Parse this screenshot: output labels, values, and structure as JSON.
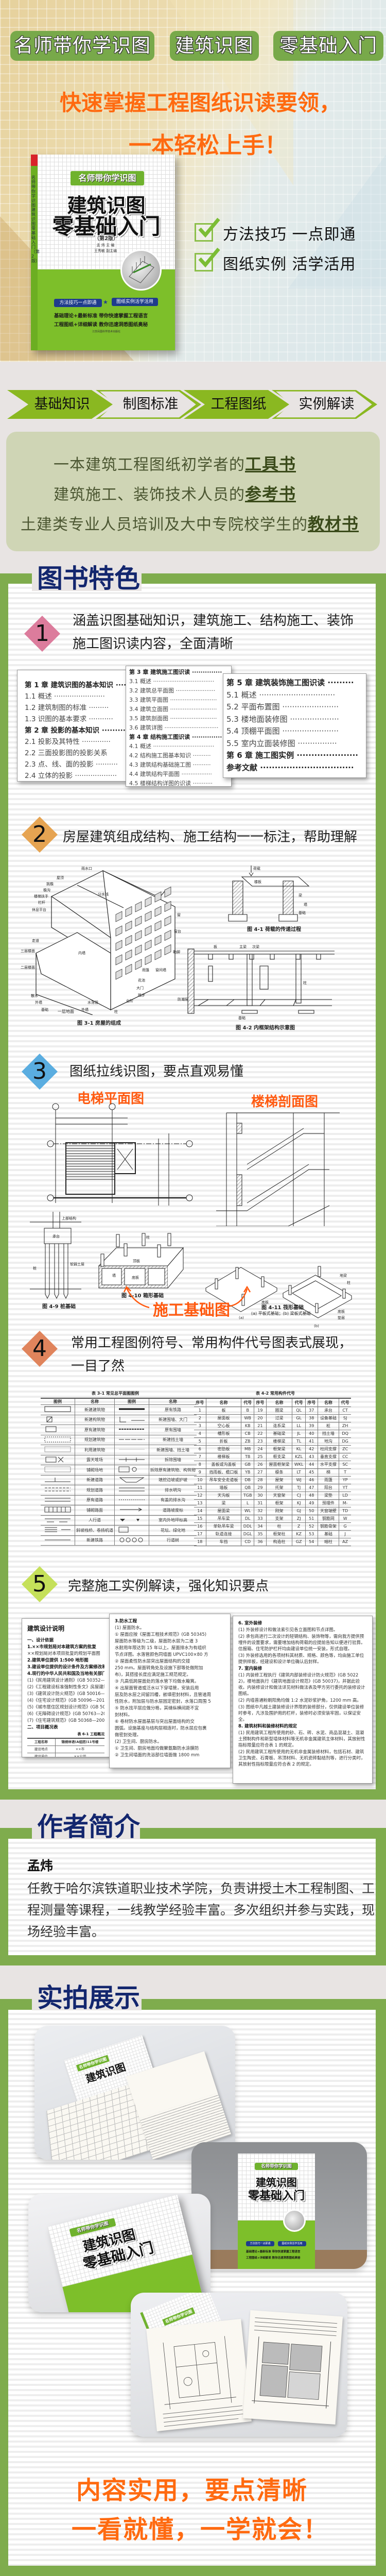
{
  "hero": {
    "tags": [
      "名师带你学识图",
      "建筑识图",
      "零基础入门"
    ],
    "headline": [
      "快速掌握工程图纸识读要领，",
      "一本轻松上手！"
    ],
    "checks": [
      "方法技巧  一点即通",
      "图纸实例  活学活用"
    ],
    "colors": {
      "tag": "#78a94a",
      "headline": "#ff6a10",
      "check": "#8cbf4a"
    }
  },
  "book": {
    "series": "名师带你学识图",
    "title1": "建筑识图",
    "title2": "零基础入门",
    "edition": "（第2版）",
    "authors": [
      "孟  炜    主  编",
      "王秀敏    副主编"
    ],
    "badges": [
      "方法技巧一点即通",
      "图纸实例活学活用"
    ],
    "star": "★",
    "selling": [
      "基础理论+最新标准    带你快速掌握工程语言",
      "工程图纸+详细解读    教你迅速洞悉图纸奥秘"
    ],
    "publisher": "江苏凤凰科学技术出版社",
    "spine": "名师带你学识图  建筑识图零基础入门（第2版）"
  },
  "tabs": [
    "基础知识",
    "制图标准",
    "工程图纸",
    "实例解读"
  ],
  "intro": [
    {
      "text": "一本建筑工程图纸初学者的",
      "em": "工具书"
    },
    {
      "text": "建筑施工、装饰技术人员的",
      "em": "参考书"
    },
    {
      "text": "土建类专业人员培训及大中专院校学生的",
      "em": "教材书"
    }
  ],
  "features": {
    "title": "图书特色",
    "items": [
      {
        "num": "1",
        "lines": [
          "涵盖识图基础知识，建筑施工、结构施工、装饰",
          "施工图识读内容，全面清晰"
        ],
        "color": "#dc7c9c"
      },
      {
        "num": "2",
        "lines": [
          "房屋建筑组成结构、施工结构一一标注，帮助理解"
        ],
        "color": "#e6a452"
      },
      {
        "num": "3",
        "lines": [
          "图纸拉线识图，要点直观易懂"
        ],
        "color": "#5aade0"
      },
      {
        "num": "4",
        "lines": [
          "常用工程图例符号、常用构件代号图表式展现，",
          "一目了然"
        ],
        "color": "#e0845c"
      },
      {
        "num": "5",
        "lines": [
          "完整施工实例解读，强化知识要点"
        ],
        "color": "#c5e05a"
      }
    ],
    "toc": [
      [
        {
          "t": "第 1 章   建筑识图的基本知识 ·····",
          "ch": true
        },
        {
          "t": "1.1   概述 ·······················"
        },
        {
          "t": "1.2   建筑制图的标准 ·········"
        },
        {
          "t": "1.3   识图的基本要求 ···········"
        },
        {
          "t": "第 2 章   投影的基本知识 ·········",
          "ch": true
        },
        {
          "t": "2.1   投影及其特性 ·············"
        },
        {
          "t": "2.2   三面投影图的投影关系"
        },
        {
          "t": "2.3   点、线、面的投影 ··········"
        },
        {
          "t": "2.4   立体的投影 ···················"
        }
      ],
      [
        {
          "t": "第 3 章   建筑施工图识读 ··············",
          "ch": true
        },
        {
          "t": "   3.1   概述 ··································"
        },
        {
          "t": "   3.2   建筑总平面图 ······················"
        },
        {
          "t": "   3.3   建筑平面图 ··························"
        },
        {
          "t": "   3.4   建筑立面图 ··························"
        },
        {
          "t": "   3.5   建筑剖面图 ··························"
        },
        {
          "t": "   3.6   建筑详图 ······························"
        },
        {
          "t": "第 4 章   结构施工图识读 ··············",
          "ch": true
        },
        {
          "t": "   4.1   概述 ··································"
        },
        {
          "t": "   4.2   结构施工图基本知识 ··········"
        },
        {
          "t": "   4.3   建筑结构基础施工图 ··········"
        },
        {
          "t": "   4.4   建筑结构平面图 ·················"
        },
        {
          "t": "   4.5   楼梯结构详图的识读 ···········"
        }
      ],
      [
        {
          "t": "第 5 章   建筑装饰施工图识读 ·········",
          "ch": true
        },
        {
          "t": "   5.1   概述 ·······························"
        },
        {
          "t": "   5.2   平面布置图 ·······················"
        },
        {
          "t": "   5.3   楼地面装修图 ····················"
        },
        {
          "t": "   5.4   顶棚平面图 ·······················"
        },
        {
          "t": "   5.5   室内立面装修图 ················"
        },
        {
          "t": "第 6 章   施工图实例 ·····················",
          "ch": true
        },
        {
          "t": "参考文献 ································",
          "ch": true
        }
      ]
    ],
    "fig31": {
      "caption": "图 3-1   房屋的组成",
      "labels": [
        "雨水口",
        "屋顶",
        "挑檐",
        "檐沟",
        "楼梯扶手",
        "栏杆",
        "休息平台",
        "走道",
        "三层楼面",
        "二层楼面",
        "散水",
        "外墙",
        "基础",
        "一层地面",
        "水落管",
        "外墙",
        "柱",
        "台阶",
        "踏步",
        "大门",
        "花池",
        "雨篷",
        "窗间墙",
        "勒脚",
        "窗台",
        "窗",
        "分水线",
        "内墙"
      ]
    },
    "fig41": {
      "caption": "图 4-1   荷载的传递过程",
      "labels": [
        "荷载",
        "楼板",
        "梁",
        "墙",
        "基础"
      ]
    },
    "fig42": {
      "caption": "图 4-2   内框架结构示意图",
      "labels": [
        "板",
        "主梁",
        "次梁",
        "柱",
        "防潮层",
        "基础"
      ]
    },
    "callouts": {
      "elevator": "电梯平面图",
      "stair": "楼梯剖面图",
      "foundation": "施工基础图"
    },
    "fig49": {
      "caption": "图 4-9   桩基础",
      "labels": [
        "上部结构",
        "承台",
        "桩",
        "软弱土层"
      ]
    },
    "fig410": {
      "caption": "图 4-10   箱形基础",
      "labels": [
        "柱",
        "顶板",
        "墙",
        "底板"
      ]
    },
    "fig411": {
      "caption": "图 4-11   筏形基础",
      "sub": "(a) 平板式基础；(b) 梁板式基础",
      "labels": [
        "底板",
        "地梁",
        "柱",
        "底板",
        "垫层",
        "(a)",
        "(b)"
      ]
    },
    "table31": {
      "title": "表 3-1   常见总平面图图例",
      "header": [
        "图例",
        "名称",
        "图例",
        "名称"
      ],
      "rows": [
        [
          "新建建筑物",
          "原有铁路"
        ],
        [
          "新建构筑物",
          "新建围墙、大门"
        ],
        [
          "原有建筑物",
          "原有围墙"
        ],
        [
          "规划建筑物",
          "新建挡土墙"
        ],
        [
          "利用建筑物",
          "新建围墙、挡土墙"
        ],
        [
          "露天堆场",
          "拆除围墙"
        ],
        [
          "铺砌场地",
          "拆除原有建筑物、构筑物"
        ],
        [
          "新建道路",
          "填挖边坡或护坡"
        ],
        [
          "规划道路",
          "排水明沟"
        ],
        [
          "原有道路",
          "有盖的排水沟"
        ],
        [
          "铺砌路面",
          "道路坡度标"
        ],
        [
          "人行道",
          "室内外地坪标高"
        ],
        [
          "斜坡栈桥、卷扬机道",
          "花坛、绿化地"
        ],
        [
          "新建铁路",
          "行道树"
        ]
      ]
    },
    "table42": {
      "title": "表 4-2   常用构件代号",
      "header": [
        "序号",
        "名称",
        "代号",
        "序号",
        "名称",
        "代号",
        "序号",
        "名称",
        "代号"
      ],
      "rows": [
        [
          "1",
          "板",
          "B",
          "19",
          "圈梁",
          "QL",
          "37",
          "承台",
          "CT"
        ],
        [
          "2",
          "屋面板",
          "WB",
          "20",
          "过梁",
          "GL",
          "38",
          "设备基础",
          "SJ"
        ],
        [
          "3",
          "空心板",
          "KB",
          "21",
          "连系梁",
          "LL",
          "39",
          "桩",
          "ZH"
        ],
        [
          "4",
          "槽形板",
          "CB",
          "22",
          "基础梁",
          "JL",
          "40",
          "挡土墙",
          "DQ"
        ],
        [
          "5",
          "折板",
          "ZB",
          "23",
          "楼梯梁",
          "TL",
          "41",
          "地沟",
          "DG"
        ],
        [
          "6",
          "密肋板",
          "MB",
          "24",
          "框架梁",
          "KL",
          "42",
          "柱间支撑",
          "ZC"
        ],
        [
          "7",
          "楼梯板",
          "TB",
          "25",
          "框支梁",
          "KZL",
          "43",
          "垂直支撑",
          "CC"
        ],
        [
          "8",
          "盖板或沟盖板",
          "GB",
          "26",
          "屋面框架梁",
          "WKL",
          "44",
          "水平支撑",
          "SC"
        ],
        [
          "9",
          "挡雨板、檐口板",
          "YB",
          "27",
          "檩条",
          "LT",
          "45",
          "梯",
          "T"
        ],
        [
          "10",
          "吊车安全走道板",
          "DB",
          "28",
          "屋架",
          "WJ",
          "46",
          "雨篷",
          "YP"
        ],
        [
          "11",
          "墙板",
          "QB",
          "29",
          "托架",
          "TJ",
          "47",
          "阳台",
          "YT"
        ],
        [
          "12",
          "天沟板",
          "TGB",
          "30",
          "天窗架",
          "CJ",
          "48",
          "梁垫",
          "LD"
        ],
        [
          "13",
          "梁",
          "L",
          "31",
          "框架",
          "KJ",
          "49",
          "预埋件",
          "M-"
        ],
        [
          "14",
          "屋面梁",
          "WL",
          "32",
          "刚架",
          "GJ",
          "50",
          "天窗端壁",
          "TD"
        ],
        [
          "15",
          "吊车梁",
          "DL",
          "33",
          "支架",
          "ZJ",
          "51",
          "钢筋网",
          "W"
        ],
        [
          "16",
          "单轨吊车梁",
          "DDL",
          "34",
          "柱",
          "Z",
          "52",
          "钢筋骨架",
          "G"
        ],
        [
          "17",
          "轨道连接",
          "DGL",
          "35",
          "框架柱",
          "KZ",
          "53",
          "基础",
          "J"
        ],
        [
          "18",
          "车挡",
          "CD",
          "36",
          "构造柱",
          "GZ",
          "54",
          "暗柱",
          "AZ"
        ]
      ]
    },
    "docs": {
      "left": {
        "title": "建筑设计说明",
        "lines": [
          {
            "t": "一、设计依据",
            "b": true
          },
          {
            "t": "1.××市规划局对本建筑方案的批复",
            "b": true
          },
          {
            "t": "    ××规划局对本项目批复的规划平面图"
          },
          {
            "t": "2.建筑单位提供 1:500 地形图",
            "b": true
          },
          {
            "t": "3.建设单位提供的设计条件及方案修改和确认",
            "b": true
          },
          {
            "t": "4.现行的中华人民共和国及当地有关部门颁布",
            "b": true
          },
          {
            "t": "(1)《民用建筑设计通则》(GB 50352—2005)"
          },
          {
            "t": "(2)《工程建设标准强制性条文》房屋建筑部分"
          },
          {
            "t": "(3)《建筑设计防火规范》(GB 50016—2006)"
          },
          {
            "t": "(4)《住宅设计规范》(GB 50096—2011)。"
          },
          {
            "t": "(5)《城市居住区规划设计规范》(GB 50180)"
          },
          {
            "t": "(6)《无障碍设计规范》(GB 50763—2012)。"
          },
          {
            "t": "(7)《住宅建筑规范》(GB 50368—2005)。"
          },
          {
            "t": "二、项目概况表",
            "b": true
          }
        ],
        "table_title": "表 6-1   工程概况",
        "table": [
          [
            "工程名称",
            "锦绣林语(A组团)11号楼"
          ],
          [
            "建设地点",
            "××市"
          ],
          [
            "建设单位",
            "××公司"
          ],
          [
            "耐火等级",
            "二级"
          ],
          [
            "结构形式",
            "框架结构"
          ],
          [
            "屋面防水等级",
            "二级"
          ]
        ]
      },
      "middle": {
        "lines": [
          {
            "t": "3.防水工程",
            "b": true
          },
          {
            "t": "  (1) 屋面防水。"
          },
          {
            "t": "  ① 屋面应按《屋面工程技术规范》(GB 50345)"
          },
          {
            "t": "  屋面防水等级为二级，屋面防水层为二道 3"
          },
          {
            "t": "水耐用年限达到 15 年以上。屋面排水为有组织"
          },
          {
            "t": "节点详图。水落管颜色同墙面 UPVC100×80 方"
          },
          {
            "t": "  ② 屋面柔性防水层突出屋面结构的交接"
          },
          {
            "t": "250 mm。屋面转角处及设施下部等处做附加"
          },
          {
            "t": "布)，其搭接长度应满足施工规范规定。"
          },
          {
            "t": "  ③ 凡高低跨屋面处的落水管下均做水簸箕。"
          },
          {
            "t": "  ④ 出屋面管道或泛水以下穿墙管，安装后用"
          },
          {
            "t": "层及防水层之间留凹槽，嵌填密封材料，且管道周"
          },
          {
            "t": "性防水，附加层与防水层固定密封，水落口周围 5"
          },
          {
            "t": "  ⑤ 防水找平层应做分格，其缝纵横间距不宜"
          },
          {
            "t": "封材料。"
          },
          {
            "t": "  ⑥ 卷材防水屋面基层与突出屋面结构的交"
          },
          {
            "t": "圆弧。设施基座与结构层相连时，防水层应包裹"
          },
          {
            "t": "做密封处理。"
          },
          {
            "t": "  (2) 卫生间、厨房防水。"
          },
          {
            "t": "  ① 卫生间、厨房地面均做聚氨酯防水涂膜防"
          },
          {
            "t": "  ② 卫生间墙面的洗浴部位墙面做 1800 mm"
          }
        ]
      },
      "right": {
        "lines": [
          {
            "t": "6. 室外装修",
            "b": true
          },
          {
            "t": "  (1) 外装修设计和做法索引见各立面图和节点详图。"
          },
          {
            "t": "  (2) 承包商进行二次设计的轻钢结构、装饰物等，需向我方提供预埋件的设置要求，需要增加结构荷载的应提前告知以便进行验算。信报箱、住宅防护栏杆均由建设单位统一安装，形式自理。"
          },
          {
            "t": "  (3) 外装修选用的各项材料其材质、规格、颜色等，均由施工单位提供样板，经建设和设计单位确认后封样。"
          },
          {
            "t": "7. 室内装修",
            "b": true
          },
          {
            "t": "  (1) 内装修工程执行《建筑内部装修设计防火规范》(GB 50222)，楼地面执行《建筑地面设计规范》(GB 50037)，并据此验收。内装修设计和做法详见材料做法表及甲方另行委托的装修设计图纸。"
          },
          {
            "t": "  (2) 内墙普通粉刷阳角均做 1:2 水泥砂浆护角，1200 mm 高。"
          },
          {
            "t": "  (3) 图纸中凡越土建装修设计界限的装修部分，仅供建设单位装修时参考，凡涉及围护用的栏杆，装修时必须安装牢固，以保证安全。"
          },
          {
            "t": "8. 建筑材料和装修材料的规定",
            "b": true
          },
          {
            "t": "  (1) 民用建筑工程所使用的砂、石、砖、水泥、商品混凝土、混凝土预制构件和新型墙体材料等无机非金属建筑主体材料，其放射性指标限量应符合表 1 的规定。"
          },
          {
            "t": "  (2) 民用建筑工程所使用的无机非金属装修材料，包括石材、建筑卫生陶瓷、石膏板、吊顶材料、无机瓷砖黏结剂等，进行分类时，其放射性指标限量应符合表 2 的规定。"
          }
        ]
      }
    }
  },
  "author": {
    "title": "作者简介",
    "name": "孟炜",
    "bio": [
      "任教于哈尔滨铁道职业技术学院，负责讲授土木工程制图、工",
      "程测量等课程，一线教学经验丰富。多次组织并参与实践，现",
      "场经验丰富。"
    ]
  },
  "photos": {
    "title": "实拍展示",
    "slogans": [
      "内容实用，要点清晰",
      "一看就懂，一学就会！"
    ]
  },
  "theme": {
    "band": "#7fac4d",
    "header": "#13266e",
    "accent": "#ff6a10",
    "tab": "#8ab821"
  }
}
